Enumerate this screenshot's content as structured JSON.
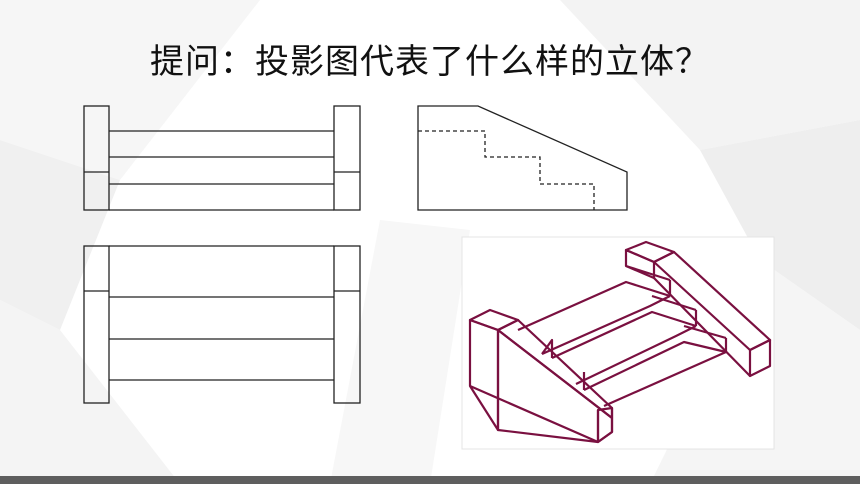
{
  "question": "提问：投影图代表了什么样的立体？",
  "colors": {
    "line": "#222222",
    "solid_outline": "#7a1040",
    "background_facets": "#f1f1f1",
    "bottom_bar": "#5e5e5e"
  },
  "views": [
    {
      "name": "front-view",
      "type": "orthographic projection"
    },
    {
      "name": "side-view",
      "type": "orthographic projection with hidden lines"
    },
    {
      "name": "top-view",
      "type": "orthographic projection"
    },
    {
      "name": "isometric-solid",
      "type": "stair solid"
    }
  ]
}
